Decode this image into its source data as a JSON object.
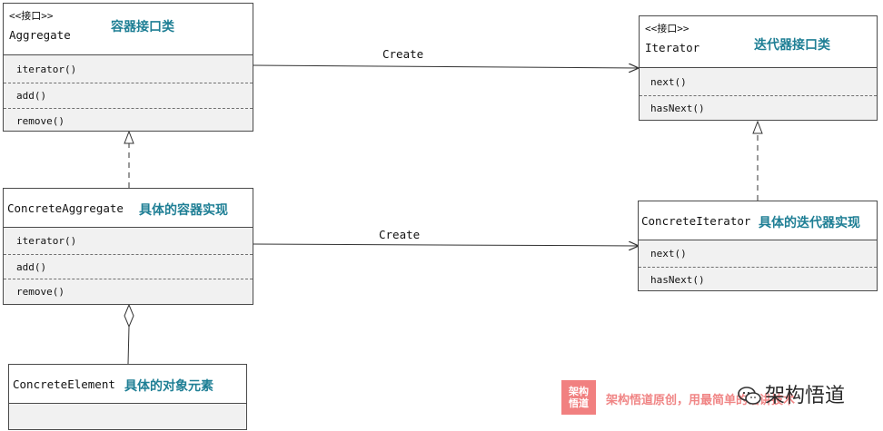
{
  "stereotype": "<<接口>>",
  "aggregate": {
    "name": "Aggregate",
    "note": "容器接口类",
    "ops": [
      "iterator()",
      "add()",
      "remove()"
    ]
  },
  "iterator": {
    "name": "Iterator",
    "note": "迭代器接口类",
    "ops": [
      "next()",
      "hasNext()"
    ]
  },
  "concrete_aggregate": {
    "name": "ConcreteAggregate",
    "note": "具体的容器实现",
    "ops": [
      "iterator()",
      "add()",
      "remove()"
    ]
  },
  "concrete_iterator": {
    "name": "ConcreteIterator",
    "note": "具体的迭代器实现",
    "ops": [
      "next()",
      "hasNext()"
    ]
  },
  "concrete_element": {
    "name": "ConcreteElement",
    "note": "具体的对象元素"
  },
  "edges": {
    "create_top": "Create",
    "create_bottom": "Create"
  },
  "watermark": {
    "stamp": "架构悟道",
    "text": "架构悟道原创，用最简单的话讲技术",
    "brand": "架构悟道"
  },
  "colors": {
    "note": "#1f7f95",
    "body_fill": "#f1f1f1",
    "border": "#4a4a4a",
    "watermark": "#f08585"
  }
}
